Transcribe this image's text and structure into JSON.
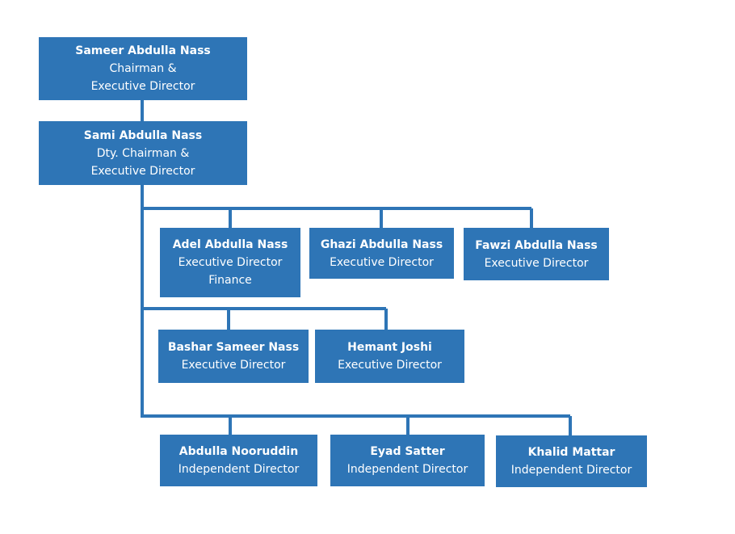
{
  "colors": {
    "box": "#2e75b6",
    "line": "#2e75b6",
    "text": "#ffffff"
  },
  "nodes": {
    "chairman": {
      "name": "Sameer Abdulla Nass",
      "lines": [
        "Chairman &",
        "Executive Director"
      ]
    },
    "dty_chairman": {
      "name": "Sami Abdulla Nass",
      "lines": [
        "Dty. Chairman &",
        "Executive Director"
      ]
    },
    "adel": {
      "name": "Adel Abdulla Nass",
      "lines": [
        "Executive Director",
        "Finance"
      ]
    },
    "ghazi": {
      "name": "Ghazi Abdulla Nass",
      "lines": [
        "Executive Director"
      ]
    },
    "fawzi": {
      "name": "Fawzi Abdulla Nass",
      "lines": [
        "Executive Director"
      ]
    },
    "bashar": {
      "name": "Bashar Sameer Nass",
      "lines": [
        "Executive Director"
      ]
    },
    "hemant": {
      "name": "Hemant Joshi",
      "lines": [
        "Executive Director"
      ]
    },
    "abdulla": {
      "name": "Abdulla Nooruddin",
      "lines": [
        "Independent Director"
      ]
    },
    "eyad": {
      "name": "Eyad Satter",
      "lines": [
        "Independent Director"
      ]
    },
    "khalid": {
      "name": "Khalid Mattar",
      "lines": [
        "Independent Director"
      ]
    }
  }
}
